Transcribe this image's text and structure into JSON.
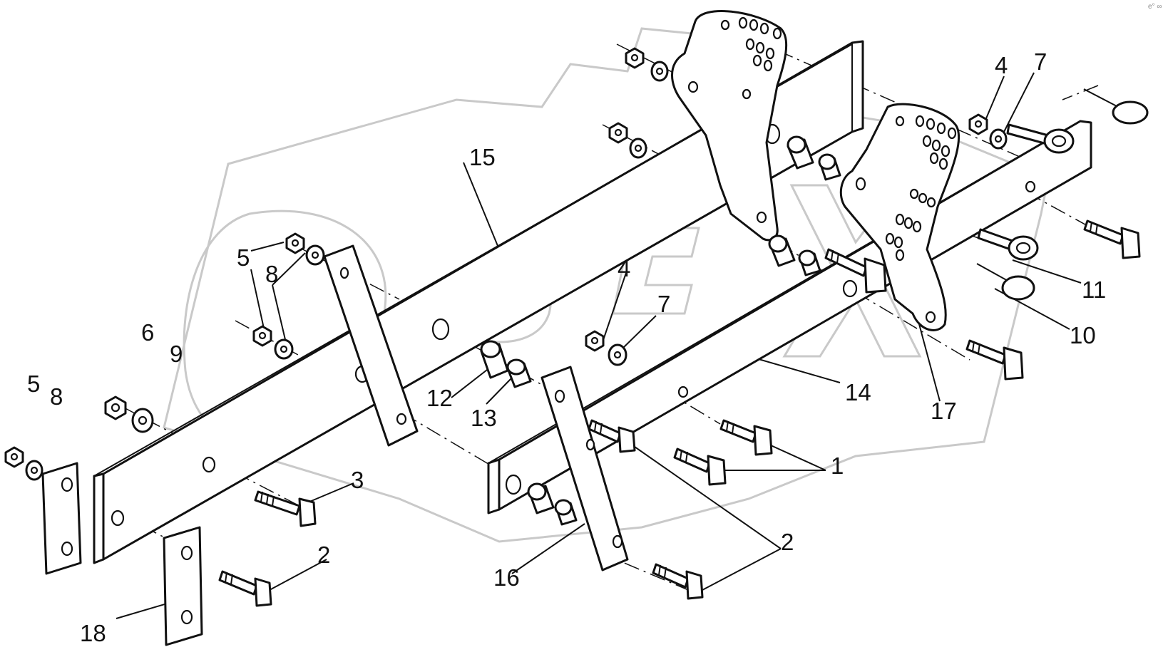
{
  "watermark": {
    "text": "OPEX",
    "color": "#c9c9c9"
  },
  "corner_mark": "e° ∞",
  "callouts": [
    {
      "id": "c15",
      "text": "15"
    },
    {
      "id": "c4a",
      "text": "4"
    },
    {
      "id": "c7a",
      "text": "7"
    },
    {
      "id": "c5a",
      "text": "5"
    },
    {
      "id": "c8a",
      "text": "8"
    },
    {
      "id": "c4b",
      "text": "4"
    },
    {
      "id": "c7b",
      "text": "7"
    },
    {
      "id": "c11",
      "text": "11"
    },
    {
      "id": "c10",
      "text": "10"
    },
    {
      "id": "c6",
      "text": "6"
    },
    {
      "id": "c9",
      "text": "9"
    },
    {
      "id": "c5b",
      "text": "5"
    },
    {
      "id": "c8b",
      "text": "8"
    },
    {
      "id": "c12",
      "text": "12"
    },
    {
      "id": "c13",
      "text": "13"
    },
    {
      "id": "c14",
      "text": "14"
    },
    {
      "id": "c17",
      "text": "17"
    },
    {
      "id": "c1",
      "text": "1"
    },
    {
      "id": "c3",
      "text": "3"
    },
    {
      "id": "c2a",
      "text": "2"
    },
    {
      "id": "c2b",
      "text": "2"
    },
    {
      "id": "c16",
      "text": "16"
    },
    {
      "id": "c18",
      "text": "18"
    }
  ]
}
